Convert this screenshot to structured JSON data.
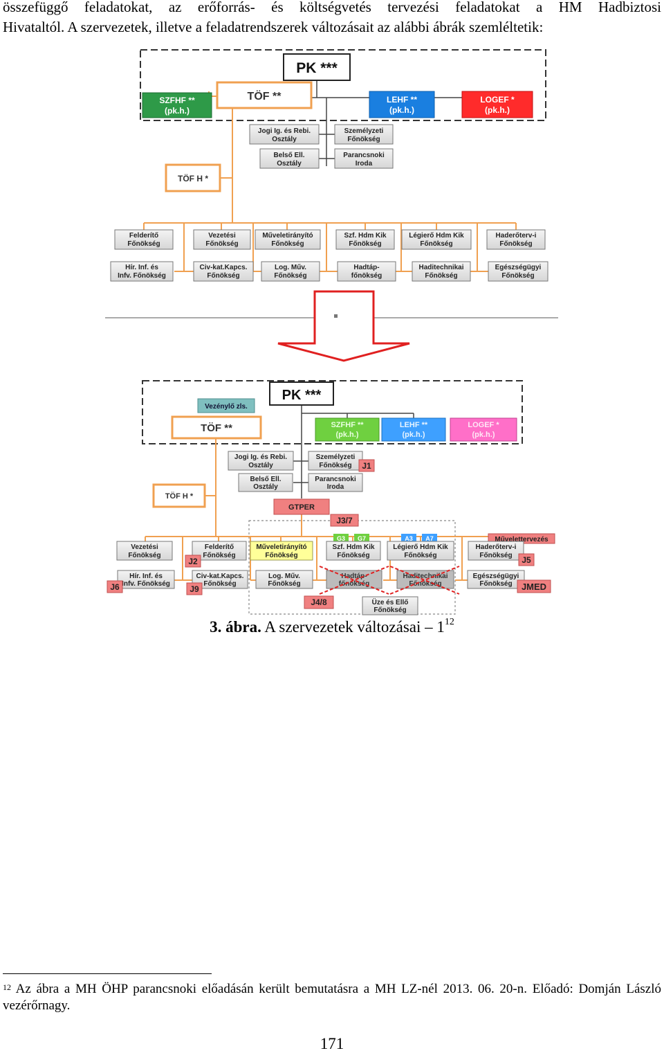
{
  "text": {
    "line1": "összefüggő feladatokat, az erőforrás- és költségvetés tervezési feladatokat a HM Hadbiztosi",
    "line2": "Hivataltól. A szervezetek, illetve a feladatrendszerek változásait az alábbi ábrák szemléltetik:"
  },
  "colors": {
    "orange": "#f0a050",
    "green": "#2e9a48",
    "blue": "#1a7fe0",
    "red": "#ff2b2b",
    "lime": "#6fd040",
    "sky": "#3ea0ff",
    "pink": "#ff6fc8",
    "teal": "#7fbfbf",
    "salmon": "#f08080",
    "yellow": "#ffff99",
    "grey": "#bcbcbc",
    "arrow": "#e02020"
  },
  "chart_top": {
    "pk": "PK ***",
    "tof": "TÖF **",
    "szfhf": [
      "SZFHF **",
      "(pk.h.)"
    ],
    "lehf": [
      "LEHF **",
      "(pk.h.)"
    ],
    "logef": [
      "LOGEF *",
      "(pk.h.)"
    ],
    "jogi": [
      "Jogi Ig. és Rebi.",
      "Osztály"
    ],
    "belso": [
      "Belső Ell.",
      "Osztály"
    ],
    "szemely": [
      "Személyzeti",
      "Főnökség"
    ],
    "parancs": [
      "Parancsnoki",
      "Iroda"
    ],
    "tofh": "TÖF H *",
    "row1": [
      [
        "Felderítő",
        "Főnökség"
      ],
      [
        "Vezetési",
        "Főnökség"
      ],
      [
        "Műveletirányító",
        "Főnökség"
      ],
      [
        "Szf. Hdm Kik",
        "Főnökség"
      ],
      [
        "Légierő Hdm Kik",
        "Főnökség"
      ],
      [
        "Haderőterv-i",
        "Főnökség"
      ]
    ],
    "row2": [
      [
        "Hír. Inf. és",
        "Infv. Főnökség"
      ],
      [
        "Civ-kat.Kapcs.",
        "Főnökség"
      ],
      [
        "Log. Műv.",
        "Főnökség"
      ],
      [
        "Hadtáp-",
        "főnökség"
      ],
      [
        "Haditechnikai",
        "Főnökség"
      ],
      [
        "Egészségügyi",
        "Főnökség"
      ]
    ]
  },
  "chart_bottom": {
    "pk": "PK ***",
    "vezenylo": "Vezénylő zls.",
    "tof": "TÖF **",
    "szfhf": [
      "SZFHF **",
      "(pk.h.)"
    ],
    "lehf": [
      "LEHF **",
      "(pk.h.)"
    ],
    "logef": [
      "LOGEF *",
      "(pk.h.)"
    ],
    "jogi": [
      "Jogi Ig. és Rebi.",
      "Osztály"
    ],
    "belso": [
      "Belső Ell.",
      "Osztály"
    ],
    "szemely": [
      "Személyzeti",
      "Főnökség"
    ],
    "parancs": [
      "Parancsnoki",
      "Iroda"
    ],
    "tofh": "TÖF H *",
    "gtper": "GTPER",
    "j37": "J3/7",
    "g3": "G3",
    "g7": "G7",
    "a3": "A3",
    "a7": "A7",
    "muvelettervezes": "Művelettervezés",
    "vezetesi": [
      "Vezetési",
      "Főnökség"
    ],
    "felderito": [
      "Felderítő",
      "Főnökség"
    ],
    "muveletir": [
      "Műveletirányító",
      "Főnökség"
    ],
    "szfhdm": [
      "Szf. Hdm Kik",
      "Főnökség"
    ],
    "legiero": [
      "Légierő Hdm Kik",
      "Főnökség"
    ],
    "haderoterv": [
      "Haderőterv-i",
      "Főnökség"
    ],
    "hirinf": [
      "Hír. Inf. és",
      "Infv. Főnökség"
    ],
    "civkat": [
      "Civ-kat.Kapcs.",
      "Főnökség"
    ],
    "logmuv": [
      "Log. Műv.",
      "Főnökség"
    ],
    "hadtap": [
      "Hadtáp-",
      "főnökség"
    ],
    "haditech": [
      "Haditechnikai",
      "Főnökség"
    ],
    "egeszseg": [
      "Egészségügyi",
      "Főnökség"
    ],
    "uze": [
      "Üze és Ellő",
      "Főnökség"
    ],
    "j1": "J1",
    "j2": "J2",
    "j5": "J5",
    "j6": "J6",
    "j9": "J9",
    "j48": "J4/8",
    "jmed": "JMED"
  },
  "caption": {
    "label": "3. ábra.",
    "text": " A szervezetek változásai – 1",
    "sup": "12"
  },
  "footnote": {
    "num": "12",
    "text": " Az ábra a MH ÖHP parancsnoki előadásán került bemutatásra a MH LZ-nél 2013. 06. 20-n. Előadó: Domján László vezérőrnagy."
  },
  "page_number": "171"
}
